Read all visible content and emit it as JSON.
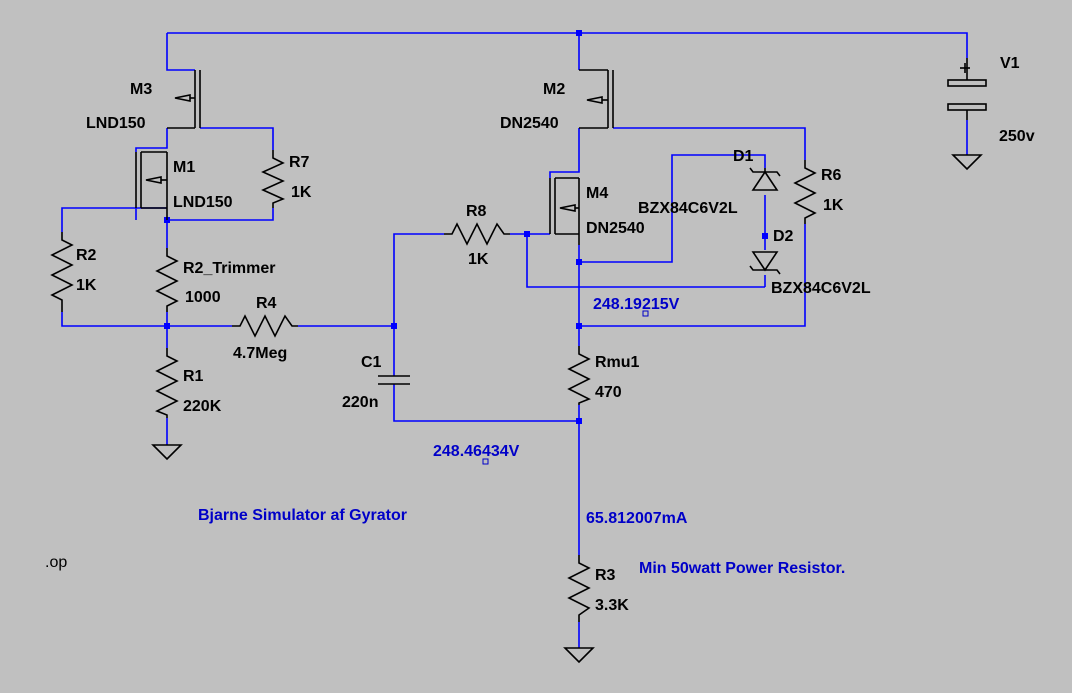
{
  "components": {
    "M3": {
      "name": "M3",
      "value": "LND150"
    },
    "M1": {
      "name": "M1",
      "value": "LND150"
    },
    "M2": {
      "name": "M2",
      "value": "DN2540"
    },
    "M4": {
      "name": "M4",
      "value": "DN2540"
    },
    "R7": {
      "name": "R7",
      "value": "1K"
    },
    "R2": {
      "name": "R2",
      "value": "1K"
    },
    "R2_Trimmer": {
      "name": "R2_Trimmer",
      "value": "1000"
    },
    "R1": {
      "name": "R1",
      "value": "220K"
    },
    "R4": {
      "name": "R4",
      "value": "4.7Meg"
    },
    "R8": {
      "name": "R8",
      "value": "1K"
    },
    "C1": {
      "name": "C1",
      "value": "220n"
    },
    "R6": {
      "name": "R6",
      "value": "1K"
    },
    "Rmu1": {
      "name": "Rmu1",
      "value": "470"
    },
    "R3": {
      "name": "R3",
      "value": "3.3K"
    },
    "D1": {
      "name": "D1",
      "value": "BZX84C6V2L"
    },
    "D2": {
      "name": "D2",
      "value": "BZX84C6V2L"
    },
    "V1": {
      "name": "V1",
      "value": "250v"
    }
  },
  "probes": {
    "v_top": "248.19215V",
    "v_mid": "248.46434V",
    "i_r3": "65.812007mA"
  },
  "notes": {
    "title": "Bjarne Simulator af Gyrator",
    "power_note": "Min 50watt Power Resistor.",
    "directive": ".op"
  },
  "colors": {
    "background": "#c0c0c0",
    "wire": "#0000ff",
    "component": "#000000",
    "annotation": "#0000c8"
  }
}
